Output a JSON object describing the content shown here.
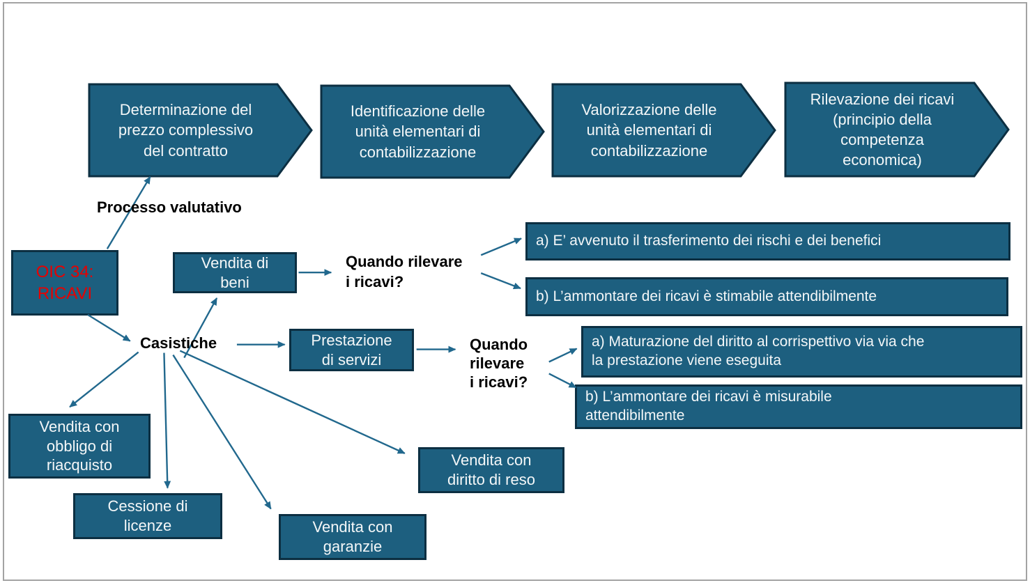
{
  "process_steps": [
    "Determinazione del\nprezzo complessivo\ndel contratto",
    "Identificazione delle\nunità elementari di\ncontabilizzazione",
    "Valorizzazione delle\nunità elementari di\ncontabilizzazione",
    "Rilevazione dei ricavi\n(principio della\ncompetenza\neconomica)"
  ],
  "labels": {
    "processo_valutativo": "Processo valutativo",
    "casistiche": "Casistiche",
    "quando_rilevare_beni": "Quando rilevare\ni ricavi?",
    "quando_rilevare_servizi": "Quando\nrilevare\ni ricavi?"
  },
  "root_box": {
    "label": "OIC 34:\nRICAVI"
  },
  "cases": {
    "vendita_beni": "Vendita di\nbeni",
    "prestazione_servizi": "Prestazione\ndi servizi",
    "vendita_obbligo_riacquisto": "Vendita con\nobbligo di\nriacquisto",
    "cessione_licenze": "Cessione di\nlicenze",
    "vendita_garanzie": "Vendita con\ngaranzie",
    "vendita_diritto_reso": "Vendita con\ndiritto di reso"
  },
  "criteria_vendita_beni": [
    "a) E’ avvenuto il trasferimento dei rischi e dei benefici",
    "b) L’ammontare dei ricavi è stimabile attendibilmente"
  ],
  "criteria_prestazione_servizi": [
    "a) Maturazione del diritto al corrispettivo via via che\nla prestazione viene eseguita",
    "b) L’ammontare dei ricavi è misurabile\nattendibilmente"
  ],
  "colors": {
    "shape_fill": "#1d5f7f",
    "shape_border": "#0c2f42",
    "arrow": "#21688d",
    "box_text": "#f4f7f8",
    "label_text": "#000000",
    "oic_text": "#e80000",
    "slide_border": "#a3a3a3"
  }
}
